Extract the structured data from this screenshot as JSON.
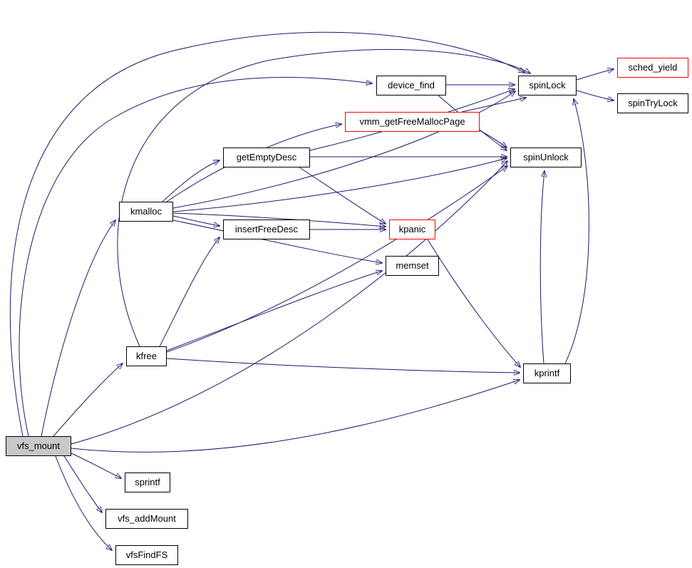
{
  "diagram": {
    "type": "call-graph",
    "root": "vfs_mount",
    "colors": {
      "edge": "#191970",
      "node_border": "#000000",
      "red_node_border": "#ff0000",
      "root_node_fill": "#c8c8c8",
      "node_fill": "#ffffff",
      "background": "#ffffff",
      "text": "#000000"
    },
    "nodes": [
      {
        "id": "vfs_mount",
        "label": "vfs_mount",
        "style": "root"
      },
      {
        "id": "sprintf",
        "label": "sprintf",
        "style": "normal"
      },
      {
        "id": "vfs_addMount",
        "label": "vfs_addMount",
        "style": "normal"
      },
      {
        "id": "vfsFindFS",
        "label": "vfsFindFS",
        "style": "normal"
      },
      {
        "id": "kfree",
        "label": "kfree",
        "style": "normal"
      },
      {
        "id": "kmalloc",
        "label": "kmalloc",
        "style": "normal"
      },
      {
        "id": "getEmptyDesc",
        "label": "getEmptyDesc",
        "style": "normal"
      },
      {
        "id": "insertFreeDesc",
        "label": "insertFreeDesc",
        "style": "normal"
      },
      {
        "id": "device_find",
        "label": "device_find",
        "style": "normal"
      },
      {
        "id": "vmm_getFreeMallocPage",
        "label": "vmm_getFreeMallocPage",
        "style": "red"
      },
      {
        "id": "kpanic",
        "label": "kpanic",
        "style": "red"
      },
      {
        "id": "memset",
        "label": "memset",
        "style": "normal"
      },
      {
        "id": "spinLock",
        "label": "spinLock",
        "style": "normal"
      },
      {
        "id": "spinUnlock",
        "label": "spinUnlock",
        "style": "normal"
      },
      {
        "id": "kprintf",
        "label": "kprintf",
        "style": "normal"
      },
      {
        "id": "sched_yield",
        "label": "sched_yield",
        "style": "red"
      },
      {
        "id": "spinTryLock",
        "label": "spinTryLock",
        "style": "normal"
      }
    ],
    "edges": [
      {
        "from": "vfs_mount",
        "to": "device_find"
      },
      {
        "from": "vfs_mount",
        "to": "kfree"
      },
      {
        "from": "vfs_mount",
        "to": "kmalloc"
      },
      {
        "from": "vfs_mount",
        "to": "kprintf"
      },
      {
        "from": "vfs_mount",
        "to": "spinLock"
      },
      {
        "from": "vfs_mount",
        "to": "spinUnlock"
      },
      {
        "from": "vfs_mount",
        "to": "sprintf"
      },
      {
        "from": "vfs_mount",
        "to": "vfs_addMount"
      },
      {
        "from": "vfs_mount",
        "to": "vfsFindFS"
      },
      {
        "from": "kfree",
        "to": "insertFreeDesc"
      },
      {
        "from": "kfree",
        "to": "kprintf"
      },
      {
        "from": "kfree",
        "to": "memset"
      },
      {
        "from": "kfree",
        "to": "spinLock"
      },
      {
        "from": "kfree",
        "to": "spinUnlock"
      },
      {
        "from": "kmalloc",
        "to": "getEmptyDesc"
      },
      {
        "from": "kmalloc",
        "to": "insertFreeDesc"
      },
      {
        "from": "kmalloc",
        "to": "kpanic"
      },
      {
        "from": "kmalloc",
        "to": "memset"
      },
      {
        "from": "kmalloc",
        "to": "spinLock"
      },
      {
        "from": "kmalloc",
        "to": "spinUnlock"
      },
      {
        "from": "kmalloc",
        "to": "vmm_getFreeMallocPage"
      },
      {
        "from": "getEmptyDesc",
        "to": "kpanic"
      },
      {
        "from": "getEmptyDesc",
        "to": "spinLock"
      },
      {
        "from": "getEmptyDesc",
        "to": "spinUnlock"
      },
      {
        "from": "insertFreeDesc",
        "to": "kpanic"
      },
      {
        "from": "device_find",
        "to": "spinLock"
      },
      {
        "from": "device_find",
        "to": "spinUnlock"
      },
      {
        "from": "vmm_getFreeMallocPage",
        "to": "spinLock"
      },
      {
        "from": "vmm_getFreeMallocPage",
        "to": "spinUnlock"
      },
      {
        "from": "kpanic",
        "to": "kprintf"
      },
      {
        "from": "kprintf",
        "to": "spinLock"
      },
      {
        "from": "kprintf",
        "to": "spinUnlock"
      },
      {
        "from": "spinLock",
        "to": "sched_yield"
      },
      {
        "from": "spinLock",
        "to": "spinTryLock"
      }
    ]
  }
}
